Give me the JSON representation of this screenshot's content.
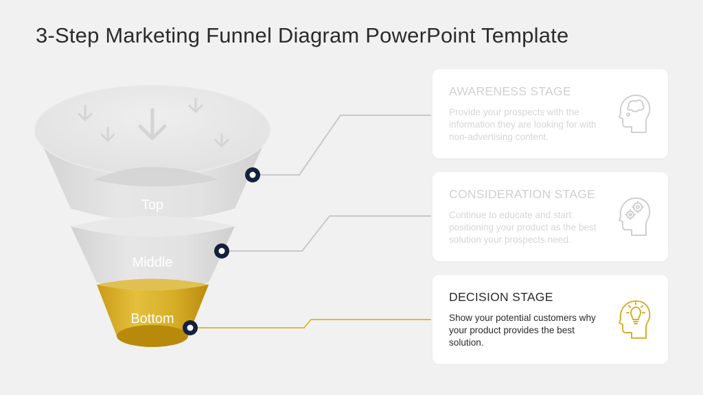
{
  "title": "3-Step Marketing Funnel Diagram PowerPoint Template",
  "colors": {
    "background": "#f1f1f1",
    "funnel_gray": "#dcdcdc",
    "funnel_gold": "#d8ae2a",
    "marker_navy": "#14213d",
    "connector_gray": "#c8c8c8",
    "connector_gold": "#e0b93a"
  },
  "funnel": {
    "levels": [
      {
        "label": "Top"
      },
      {
        "label": "Middle"
      },
      {
        "label": "Bottom"
      }
    ]
  },
  "stages": [
    {
      "title": "AWARENESS STAGE",
      "text": "Provide your prospects with the information they are looking for with non-advertising content.",
      "icon": "head-thought-bubble-icon",
      "state": "faded"
    },
    {
      "title": "CONSIDERATION STAGE",
      "text": "Continue to educate and start positioning your product as the best solution your prospects need.",
      "icon": "head-gears-icon",
      "state": "faded"
    },
    {
      "title": "DECISION STAGE",
      "text": "Show your potential customers why your product provides the best solution.",
      "icon": "head-lightbulb-icon",
      "state": "active"
    }
  ]
}
